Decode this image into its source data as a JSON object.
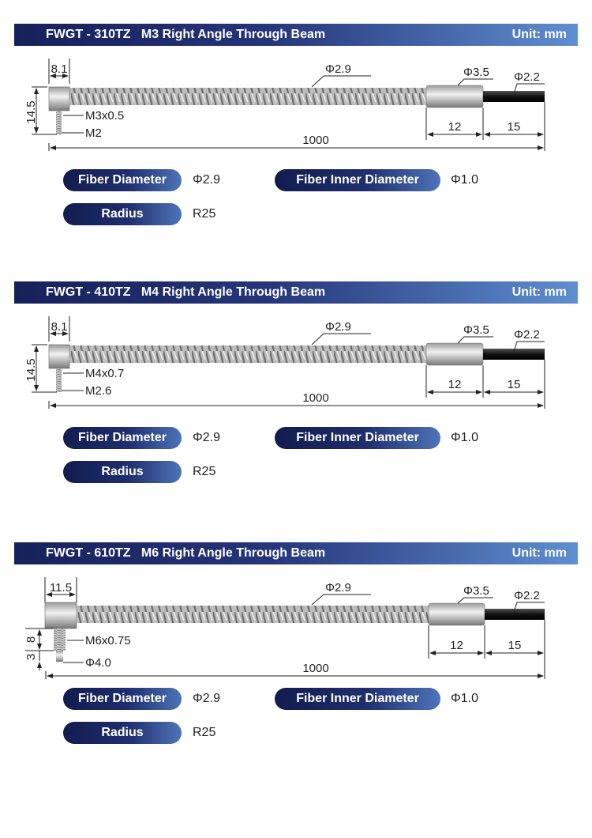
{
  "sections": [
    {
      "model": "FWGT - 310TZ",
      "title": "M3 Right Angle Through Beam",
      "unit": "Unit: mm",
      "head_width": "8.1",
      "height": "14.5",
      "thread": "M3x0.5",
      "tip": "M2",
      "fiber_dia": "Φ2.9",
      "sleeve_dia": "Φ3.5",
      "end_dia": "Φ2.2",
      "sleeve_len": "12",
      "end_len": "15",
      "total_len": "1000",
      "specs": {
        "fiber_label": "Fiber Diameter",
        "fiber_value": "Φ2.9",
        "inner_label": "Fiber Inner Diameter",
        "inner_value": "Φ1.0",
        "radius_label": "Radius",
        "radius_value": "R25"
      }
    },
    {
      "model": "FWGT - 410TZ",
      "title": "M4 Right Angle Through Beam",
      "unit": "Unit: mm",
      "head_width": "8.1",
      "height": "14.5",
      "thread": "M4x0.7",
      "tip": "M2.6",
      "fiber_dia": "Φ2.9",
      "sleeve_dia": "Φ3.5",
      "end_dia": "Φ2.2",
      "sleeve_len": "12",
      "end_len": "15",
      "total_len": "1000",
      "specs": {
        "fiber_label": "Fiber Diameter",
        "fiber_value": "Φ2.9",
        "inner_label": "Fiber Inner Diameter",
        "inner_value": "Φ1.0",
        "radius_label": "Radius",
        "radius_value": "R25"
      }
    },
    {
      "model": "FWGT - 610TZ",
      "title": "M6 Right Angle Through Beam",
      "unit": "Unit: mm",
      "head_width": "11.5",
      "height_a": "8",
      "height_b": "3",
      "thread": "M6x0.75",
      "tip": "Φ4.0",
      "fiber_dia": "Φ2.9",
      "sleeve_dia": "Φ3.5",
      "end_dia": "Φ2.2",
      "sleeve_len": "12",
      "end_len": "15",
      "total_len": "1000",
      "specs": {
        "fiber_label": "Fiber Diameter",
        "fiber_value": "Φ2.9",
        "inner_label": "Fiber Inner Diameter",
        "inner_value": "Φ1.0",
        "radius_label": "Radius",
        "radius_value": "R25"
      }
    }
  ]
}
